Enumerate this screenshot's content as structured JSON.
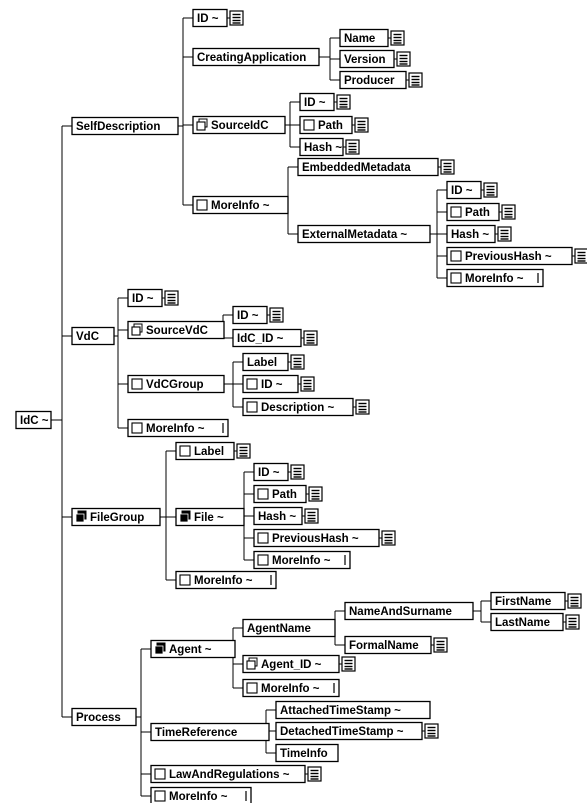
{
  "diagram": {
    "nodes": [
      {
        "id": "idc",
        "label": "IdC ~",
        "icon": "none",
        "doc": false,
        "parent": null
      },
      {
        "id": "selfdesc",
        "label": "SelfDescription",
        "icon": "none",
        "doc": false,
        "parent": "idc"
      },
      {
        "id": "sd_id",
        "label": "ID ~",
        "icon": "none",
        "doc": true,
        "parent": "selfdesc"
      },
      {
        "id": "sd_creatingapp",
        "label": "CreatingApplication",
        "icon": "none",
        "doc": false,
        "parent": "selfdesc"
      },
      {
        "id": "ca_name",
        "label": "Name",
        "icon": "none",
        "doc": true,
        "parent": "sd_creatingapp"
      },
      {
        "id": "ca_version",
        "label": "Version",
        "icon": "none",
        "doc": true,
        "parent": "sd_creatingapp"
      },
      {
        "id": "ca_producer",
        "label": "Producer",
        "icon": "none",
        "doc": true,
        "parent": "sd_creatingapp"
      },
      {
        "id": "sd_sourceidc",
        "label": "SourceIdC",
        "icon": "choice-multi",
        "doc": false,
        "parent": "selfdesc"
      },
      {
        "id": "si_id",
        "label": "ID ~",
        "icon": "none",
        "doc": true,
        "parent": "sd_sourceidc"
      },
      {
        "id": "si_path",
        "label": "Path",
        "icon": "optional",
        "doc": true,
        "parent": "sd_sourceidc"
      },
      {
        "id": "si_hash",
        "label": "Hash ~",
        "icon": "none",
        "doc": true,
        "parent": "sd_sourceidc"
      },
      {
        "id": "sd_moreinfo",
        "label": "MoreInfo ~",
        "icon": "optional",
        "doc": false,
        "parent": "selfdesc"
      },
      {
        "id": "mi_embedded",
        "label": "EmbeddedMetadata",
        "icon": "none",
        "doc": true,
        "parent": "sd_moreinfo"
      },
      {
        "id": "mi_external",
        "label": "ExternalMetadata ~",
        "icon": "none",
        "doc": false,
        "parent": "sd_moreinfo"
      },
      {
        "id": "em_id",
        "label": "ID ~",
        "icon": "none",
        "doc": true,
        "parent": "mi_external"
      },
      {
        "id": "em_path",
        "label": "Path",
        "icon": "optional",
        "doc": true,
        "parent": "mi_external"
      },
      {
        "id": "em_hash",
        "label": "Hash ~",
        "icon": "none",
        "doc": true,
        "parent": "mi_external"
      },
      {
        "id": "em_prevhash",
        "label": "PreviousHash ~",
        "icon": "optional",
        "doc": true,
        "parent": "mi_external"
      },
      {
        "id": "em_moreinfo",
        "label": "MoreInfo ~",
        "icon": "optional",
        "doc": false,
        "seq": true,
        "parent": "mi_external"
      },
      {
        "id": "vdc",
        "label": "VdC",
        "icon": "none",
        "doc": false,
        "parent": "idc"
      },
      {
        "id": "vdc_id",
        "label": "ID ~",
        "icon": "none",
        "doc": true,
        "parent": "vdc"
      },
      {
        "id": "vdc_sourcevdc",
        "label": "SourceVdC",
        "icon": "choice-multi",
        "doc": false,
        "parent": "vdc"
      },
      {
        "id": "sv_id",
        "label": "ID ~",
        "icon": "none",
        "doc": true,
        "parent": "vdc_sourcevdc"
      },
      {
        "id": "sv_idcid",
        "label": "IdC_ID ~",
        "icon": "none",
        "doc": true,
        "parent": "vdc_sourcevdc"
      },
      {
        "id": "vdc_group",
        "label": "VdCGroup",
        "icon": "optional",
        "doc": false,
        "parent": "vdc"
      },
      {
        "id": "vg_label",
        "label": "Label",
        "icon": "none",
        "doc": true,
        "parent": "vdc_group"
      },
      {
        "id": "vg_id",
        "label": "ID ~",
        "icon": "optional",
        "doc": true,
        "parent": "vdc_group"
      },
      {
        "id": "vg_desc",
        "label": "Description ~",
        "icon": "optional",
        "doc": true,
        "parent": "vdc_group"
      },
      {
        "id": "vdc_moreinfo",
        "label": "MoreInfo ~",
        "icon": "optional",
        "doc": false,
        "seq": true,
        "parent": "vdc"
      },
      {
        "id": "filegroup",
        "label": "FileGroup",
        "icon": "filled-multi",
        "doc": false,
        "parent": "idc"
      },
      {
        "id": "fg_label",
        "label": "Label",
        "icon": "optional",
        "doc": true,
        "parent": "filegroup"
      },
      {
        "id": "fg_file",
        "label": "File ~",
        "icon": "filled-multi",
        "doc": false,
        "parent": "filegroup"
      },
      {
        "id": "f_id",
        "label": "ID ~",
        "icon": "none",
        "doc": true,
        "parent": "fg_file"
      },
      {
        "id": "f_path",
        "label": "Path",
        "icon": "optional",
        "doc": true,
        "parent": "fg_file"
      },
      {
        "id": "f_hash",
        "label": "Hash ~",
        "icon": "none",
        "doc": true,
        "parent": "fg_file"
      },
      {
        "id": "f_prevhash",
        "label": "PreviousHash ~",
        "icon": "optional",
        "doc": true,
        "parent": "fg_file"
      },
      {
        "id": "f_moreinfo",
        "label": "MoreInfo ~",
        "icon": "optional",
        "doc": false,
        "seq": true,
        "parent": "fg_file"
      },
      {
        "id": "fg_moreinfo",
        "label": "MoreInfo ~",
        "icon": "optional",
        "doc": false,
        "seq": true,
        "parent": "filegroup"
      },
      {
        "id": "process",
        "label": "Process",
        "icon": "none",
        "doc": false,
        "parent": "idc"
      },
      {
        "id": "p_agent",
        "label": "Agent ~",
        "icon": "filled-multi",
        "doc": false,
        "parent": "process"
      },
      {
        "id": "ag_name",
        "label": "AgentName",
        "icon": "none",
        "doc": false,
        "parent": "p_agent"
      },
      {
        "id": "an_nas",
        "label": "NameAndSurname",
        "icon": "none",
        "doc": false,
        "parent": "ag_name"
      },
      {
        "id": "nas_first",
        "label": "FirstName",
        "icon": "none",
        "doc": true,
        "parent": "an_nas"
      },
      {
        "id": "nas_last",
        "label": "LastName",
        "icon": "none",
        "doc": true,
        "parent": "an_nas"
      },
      {
        "id": "an_formal",
        "label": "FormalName",
        "icon": "none",
        "doc": true,
        "parent": "ag_name"
      },
      {
        "id": "ag_id",
        "label": "Agent_ID ~",
        "icon": "choice-multi",
        "doc": true,
        "parent": "p_agent"
      },
      {
        "id": "ag_moreinfo",
        "label": "MoreInfo ~",
        "icon": "optional",
        "doc": false,
        "seq": true,
        "parent": "p_agent"
      },
      {
        "id": "p_timeref",
        "label": "TimeReference",
        "icon": "none",
        "doc": false,
        "parent": "process"
      },
      {
        "id": "tr_attached",
        "label": "AttachedTimeStamp ~",
        "icon": "none",
        "doc": false,
        "parent": "p_timeref"
      },
      {
        "id": "tr_detached",
        "label": "DetachedTimeStamp ~",
        "icon": "none",
        "doc": true,
        "parent": "p_timeref"
      },
      {
        "id": "tr_timeinfo",
        "label": "TimeInfo",
        "icon": "none",
        "doc": false,
        "parent": "p_timeref"
      },
      {
        "id": "p_law",
        "label": "LawAndRegulations ~",
        "icon": "optional",
        "doc": true,
        "parent": "process"
      },
      {
        "id": "p_moreinfo",
        "label": "MoreInfo ~",
        "icon": "optional",
        "doc": false,
        "seq": true,
        "parent": "process"
      }
    ]
  }
}
